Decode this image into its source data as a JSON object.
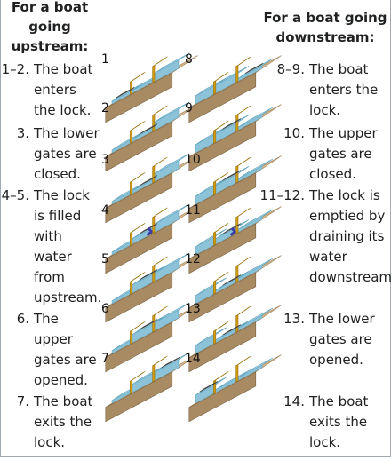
{
  "upstream": {
    "heading_lines": [
      "For a boat",
      "going",
      "upstream:"
    ],
    "steps": [
      {
        "num": "1–2.",
        "lines": [
          "The boat",
          "enters",
          "the lock."
        ]
      },
      {
        "num": "3.",
        "lines": [
          "The lower",
          "gates are",
          "closed."
        ]
      },
      {
        "num": "4–5.",
        "lines": [
          "The lock",
          "is filled",
          "with",
          "water",
          "from",
          "upstream."
        ]
      },
      {
        "num": "6.",
        "lines": [
          "The",
          "upper",
          "gates are",
          "opened."
        ]
      },
      {
        "num": "7.",
        "lines": [
          "The boat",
          "exits the",
          "lock."
        ]
      }
    ]
  },
  "downstream": {
    "heading_lines": [
      "For a boat going",
      "downstream:"
    ],
    "steps": [
      {
        "num": "8–9.",
        "lines": [
          "The boat",
          "enters the",
          "lock."
        ]
      },
      {
        "num": "10.",
        "lines": [
          "The upper",
          "gates are",
          "closed."
        ]
      },
      {
        "num": "11–12.",
        "lines": [
          "The lock is",
          "emptied by",
          "draining its",
          "water",
          "downstream."
        ]
      },
      {
        "num": "13.",
        "lines": [
          "The lower",
          "gates are",
          "opened."
        ]
      },
      {
        "num": "14.",
        "lines": [
          "The boat",
          "exits the",
          "lock."
        ]
      }
    ]
  },
  "figures": {
    "upstream_labels": [
      "1",
      "2",
      "3",
      "4",
      "5",
      "6",
      "7"
    ],
    "downstream_labels": [
      "8",
      "9",
      "10",
      "11",
      "12",
      "13",
      "14"
    ],
    "upstream_levels": [
      "low",
      "low",
      "low",
      "filling",
      "high",
      "high",
      "high"
    ],
    "downstream_levels": [
      "high",
      "high",
      "high",
      "draining",
      "low",
      "low",
      "low"
    ]
  },
  "colors": {
    "water": "#a9d6e6",
    "water_edge": "#5fa3bd",
    "gate": "#e8b41c",
    "wall": "#d8b98c",
    "wall_dark": "#a88a63",
    "boat": "#f2f2f2",
    "flow": "#3a3aa8"
  }
}
